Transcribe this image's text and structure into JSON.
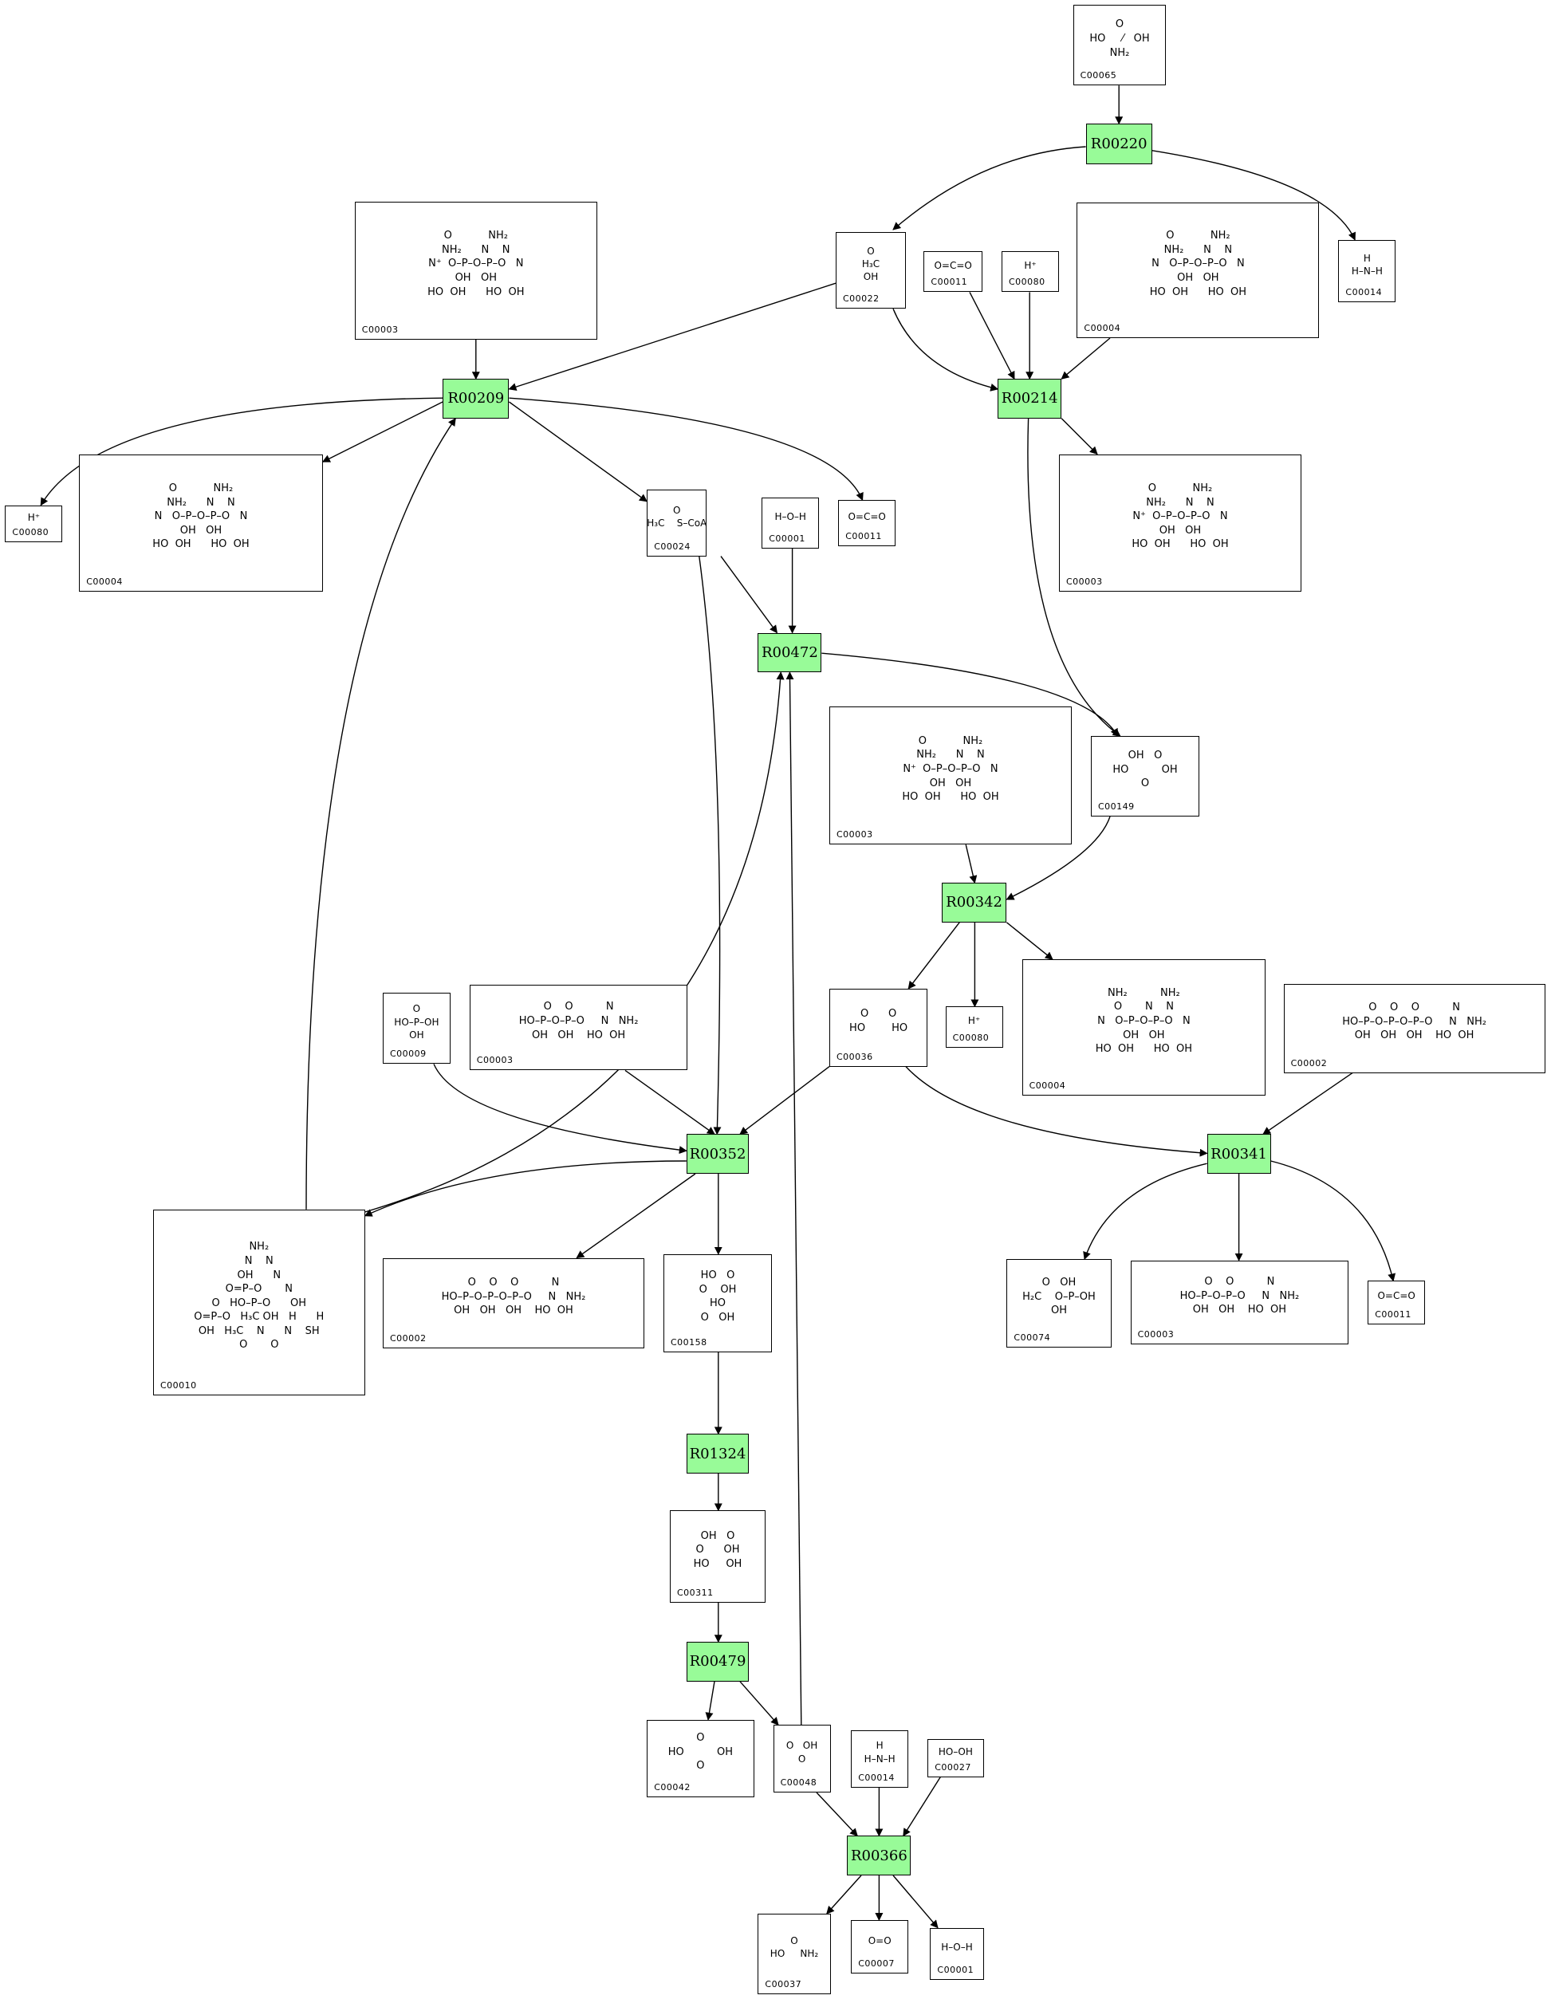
{
  "accent_colors": {
    "reaction_fill": "#98fb98",
    "line": "#000000"
  },
  "reactions": [
    {
      "id": "R00220"
    },
    {
      "id": "R00209"
    },
    {
      "id": "R00214"
    },
    {
      "id": "R00472"
    },
    {
      "id": "R00342"
    },
    {
      "id": "R00352"
    },
    {
      "id": "R00341"
    },
    {
      "id": "R01324"
    },
    {
      "id": "R00479"
    },
    {
      "id": "R00366"
    }
  ],
  "compounds": [
    {
      "id": "C00065",
      "structure": [
        "O",
        "HO     ⁄   OH",
        "NH₂"
      ]
    },
    {
      "id": "C00022",
      "structure": [
        "O",
        "H₃C",
        "OH"
      ]
    },
    {
      "id": "C00011",
      "structure": [
        "O=C=O"
      ]
    },
    {
      "id": "C00080",
      "structure": [
        "H⁺"
      ]
    },
    {
      "id": "C00004",
      "structure": [
        "O           NH₂",
        "NH₂      N    N",
        "N   O–P–O–P–O   N",
        "OH   OH",
        "HO  OH      HO  OH"
      ]
    },
    {
      "id": "C00014",
      "structure": [
        "H",
        "H–N–H"
      ]
    },
    {
      "id": "C00003",
      "structure": [
        "O           NH₂",
        "NH₂      N    N",
        "N⁺  O–P–O–P–O   N",
        "OH   OH",
        "HO  OH      HO  OH"
      ]
    },
    {
      "id": "C00080",
      "structure": [
        "H⁺"
      ]
    },
    {
      "id": "C00004",
      "structure": [
        "O           NH₂",
        "NH₂      N    N",
        "N   O–P–O–P–O   N",
        "OH   OH",
        "HO  OH      HO  OH"
      ]
    },
    {
      "id": "C00024",
      "structure": [
        "O",
        "H₃C    S–CoA"
      ]
    },
    {
      "id": "C00001",
      "structure": [
        "H–O–H"
      ]
    },
    {
      "id": "C00011",
      "structure": [
        "O=C=O"
      ]
    },
    {
      "id": "C00003",
      "structure": [
        "O           NH₂",
        "NH₂      N    N",
        "N⁺  O–P–O–P–O   N",
        "OH   OH",
        "HO  OH      HO  OH"
      ]
    },
    {
      "id": "C00003",
      "structure": [
        "O           NH₂",
        "NH₂      N    N",
        "N⁺  O–P–O–P–O   N",
        "OH   OH",
        "HO  OH      HO  OH"
      ]
    },
    {
      "id": "C00149",
      "structure": [
        "OH   O",
        "HO          OH",
        "O"
      ]
    },
    {
      "id": "C00009",
      "structure": [
        "O",
        "HO–P–OH",
        "OH"
      ]
    },
    {
      "id": "C00003",
      "structure": [
        "O    O          N",
        "HO–P–O–P–O     N   NH₂",
        "OH   OH    HO  OH"
      ]
    },
    {
      "id": "C00036",
      "structure": [
        "O      O",
        "HO        HO"
      ]
    },
    {
      "id": "C00080",
      "structure": [
        "H⁺"
      ]
    },
    {
      "id": "C00004",
      "structure": [
        "NH₂          NH₂",
        "O       N    N",
        "N   O–P–O–P–O   N",
        "OH   OH",
        "HO  OH      HO  OH"
      ]
    },
    {
      "id": "C00002",
      "structure": [
        "O    O    O          N",
        "HO–P–O–P–O–P–O     N   NH₂",
        "OH   OH   OH    HO  OH"
      ]
    },
    {
      "id": "C00010",
      "structure": [
        "NH₂",
        "N    N",
        "OH      N",
        "O=P–O       N",
        "O   HO–P–O      OH",
        "O=P–O   H₃C OH   H      H",
        "OH   H₃C    N      N    SH",
        "O       O"
      ]
    },
    {
      "id": "C00002",
      "structure": [
        "O    O    O          N",
        "HO–P–O–P–O–P–O     N   NH₂",
        "OH   OH   OH    HO  OH"
      ]
    },
    {
      "id": "C00158",
      "structure": [
        "HO   O",
        "O    OH",
        "HO",
        "O   OH"
      ]
    },
    {
      "id": "C00074",
      "structure": [
        "O   OH",
        "H₂C    O–P–OH",
        "OH"
      ]
    },
    {
      "id": "C00003",
      "structure": [
        "O    O          N",
        "HO–P–O–P–O     N   NH₂",
        "OH   OH    HO  OH"
      ]
    },
    {
      "id": "C00011",
      "structure": [
        "O=C=O"
      ]
    },
    {
      "id": "C00311",
      "structure": [
        "OH   O",
        "O      OH",
        "HO     OH"
      ]
    },
    {
      "id": "C00042",
      "structure": [
        "O",
        "HO          OH",
        "O"
      ]
    },
    {
      "id": "C00048",
      "structure": [
        "O   OH",
        "O"
      ]
    },
    {
      "id": "C00014",
      "structure": [
        "H",
        "H–N–H"
      ]
    },
    {
      "id": "C00027",
      "structure": [
        "HO–OH"
      ]
    },
    {
      "id": "C00037",
      "structure": [
        "O",
        "HO     NH₂"
      ]
    },
    {
      "id": "C00007",
      "structure": [
        "O=O"
      ]
    },
    {
      "id": "C00001",
      "structure": [
        "H–O–H"
      ]
    }
  ]
}
